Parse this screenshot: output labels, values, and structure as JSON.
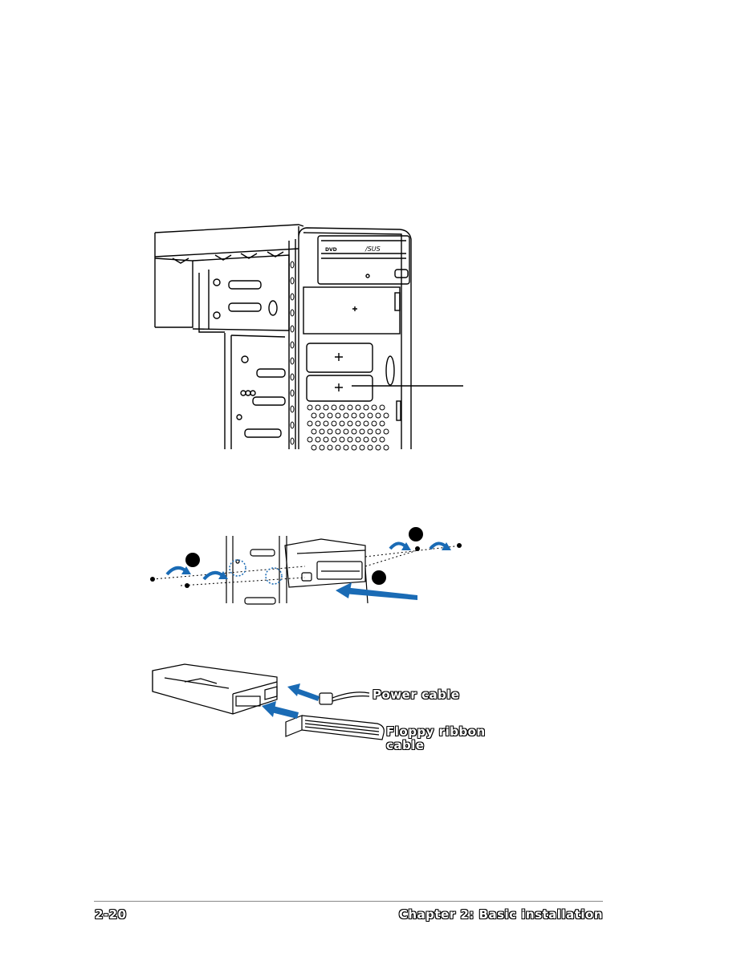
{
  "figure1": {
    "panel_brand": "/SUS",
    "panel_model": "DVD"
  },
  "figure3": {
    "power_label": "Power cable",
    "ribbon_label_line1": "Floppy ribbon",
    "ribbon_label_line2": "cable"
  },
  "footer": {
    "page_number": "2-20",
    "chapter_title": "Chapter 2: Basic installation"
  }
}
